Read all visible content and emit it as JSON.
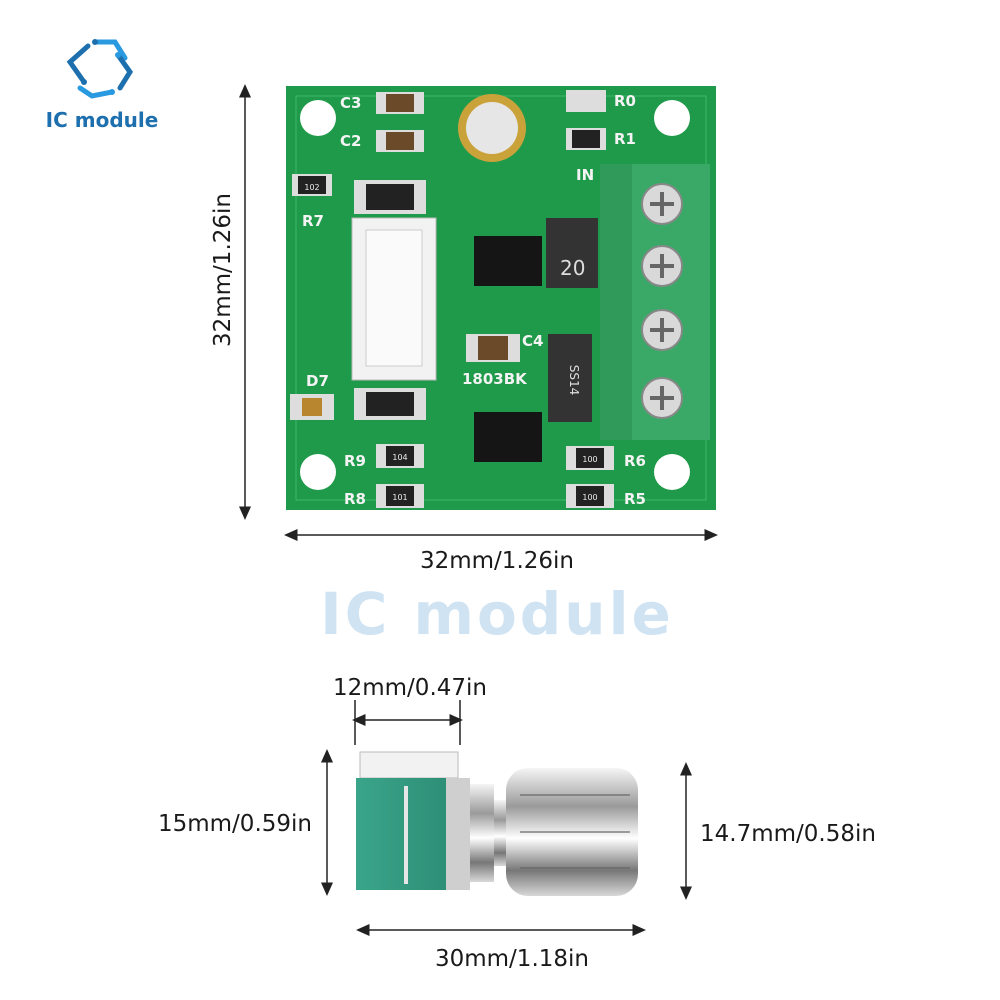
{
  "logo": {
    "text": "IC module",
    "icon": "hexagon-circuit-icon",
    "color": "#1d6fae"
  },
  "watermark": "IC module",
  "board": {
    "labels": [
      "C3",
      "C2",
      "R0",
      "R1",
      "IN",
      "R7",
      "C4",
      "1803BK",
      "D7",
      "R9",
      "R8",
      "R6",
      "R5"
    ],
    "chip_marks": {
      "smd_20": "20",
      "diode": "SS14",
      "r102": "102",
      "r104": "104",
      "r100a": "100",
      "r100b": "100",
      "r101": "101"
    },
    "pcb_color": "#1f9a4a",
    "terminal_color": "#2f9a5a"
  },
  "dimensions": {
    "board_height": "32mm/1.26in",
    "board_width": "32mm/1.26in",
    "pot_width": "12mm/0.47in",
    "pot_height": "15mm/0.59in",
    "knob_height": "14.7mm/0.58in",
    "total_length": "30mm/1.18in"
  }
}
